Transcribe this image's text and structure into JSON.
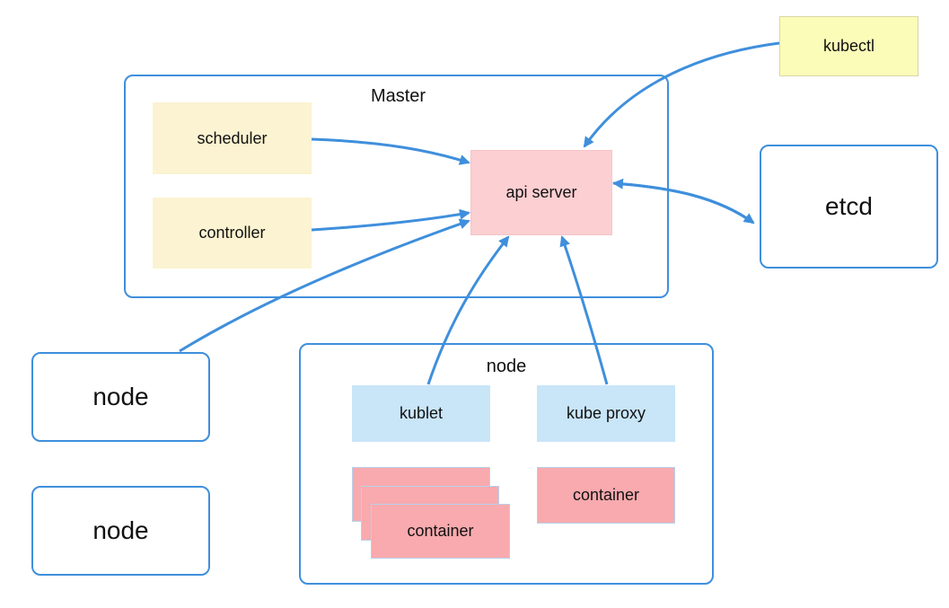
{
  "master": {
    "title": "Master"
  },
  "components": {
    "scheduler": "scheduler",
    "controller": "controller",
    "api_server": "api server",
    "kubectl": "kubectl",
    "etcd": "etcd"
  },
  "nodes": {
    "left_node_1": "node",
    "left_node_2": "node",
    "detail_node": {
      "title": "node",
      "kublet": "kublet",
      "kube_proxy": "kube proxy",
      "container_stack": "container",
      "container_single": "container"
    }
  },
  "colors": {
    "frame_blue": "#3f8fdc",
    "arrow_blue": "#3f8fdc",
    "scheduler_controller_fill": "#fbf3d1",
    "api_server_fill": "#fccfd2",
    "kubectl_fill": "#fbfcb8",
    "node_component_fill": "#c9e5f8",
    "container_fill": "#f8aaae"
  }
}
